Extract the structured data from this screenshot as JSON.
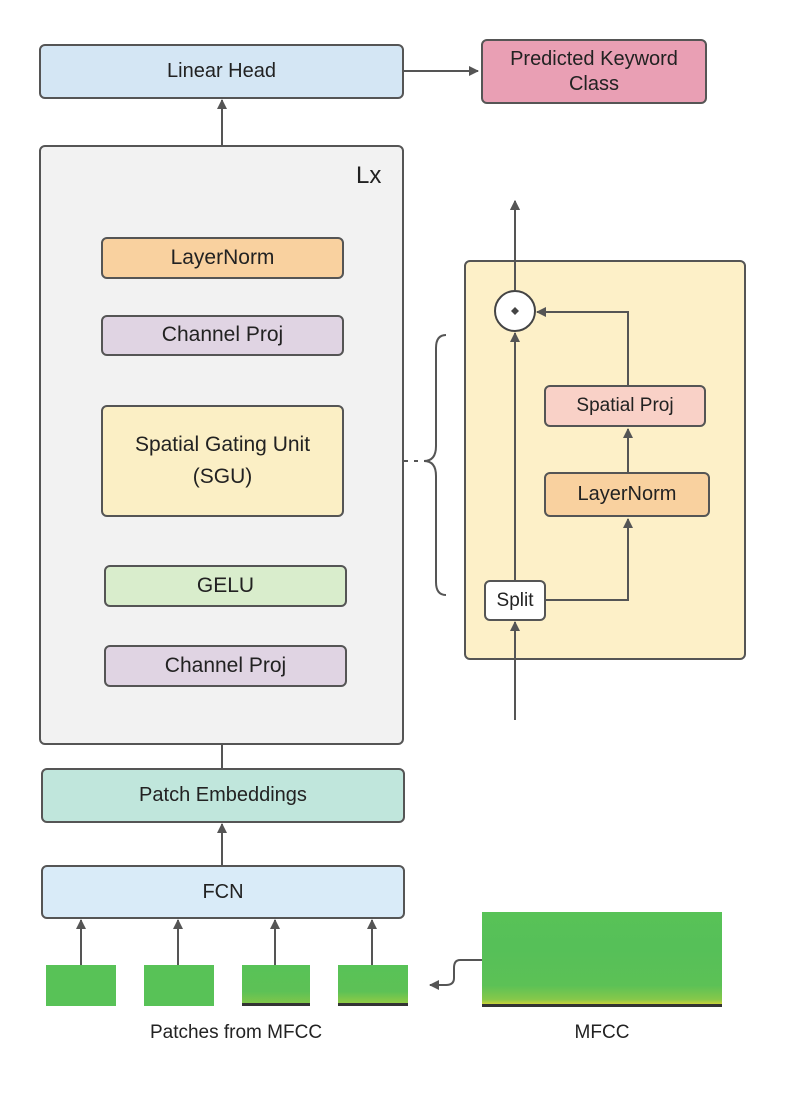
{
  "blocks": {
    "linear_head": "Linear Head",
    "predicted_class": "Predicted Keyword Class",
    "repeat_label": "Lx",
    "layernorm": "LayerNorm",
    "channel_proj_top": "Channel Proj",
    "sgu_line1": "Spatial Gating Unit",
    "sgu_line2": "(SGU)",
    "gelu": "GELU",
    "channel_proj_bottom": "Channel Proj",
    "patch_embeddings": "Patch Embeddings",
    "fcn": "FCN"
  },
  "sgu_detail": {
    "spatial_proj": "Spatial Proj",
    "layernorm": "LayerNorm",
    "split": "Split"
  },
  "captions": {
    "patches": "Patches from MFCC",
    "mfcc": "MFCC"
  },
  "colors": {
    "linear_head": "#d4e6f4",
    "predicted_class": "#e99fb4",
    "container": "#f2f2f2",
    "layernorm": "#f9d19f",
    "channel_proj": "#e0d4e3",
    "sgu": "#fbefc5",
    "gelu": "#d9edcc",
    "patch_embeddings": "#c0e6dc",
    "fcn": "#d9ebf8",
    "sgu_panel": "#fdf0c8",
    "spatial_proj": "#f9d1c7",
    "mfcc_green": "#58c257"
  }
}
